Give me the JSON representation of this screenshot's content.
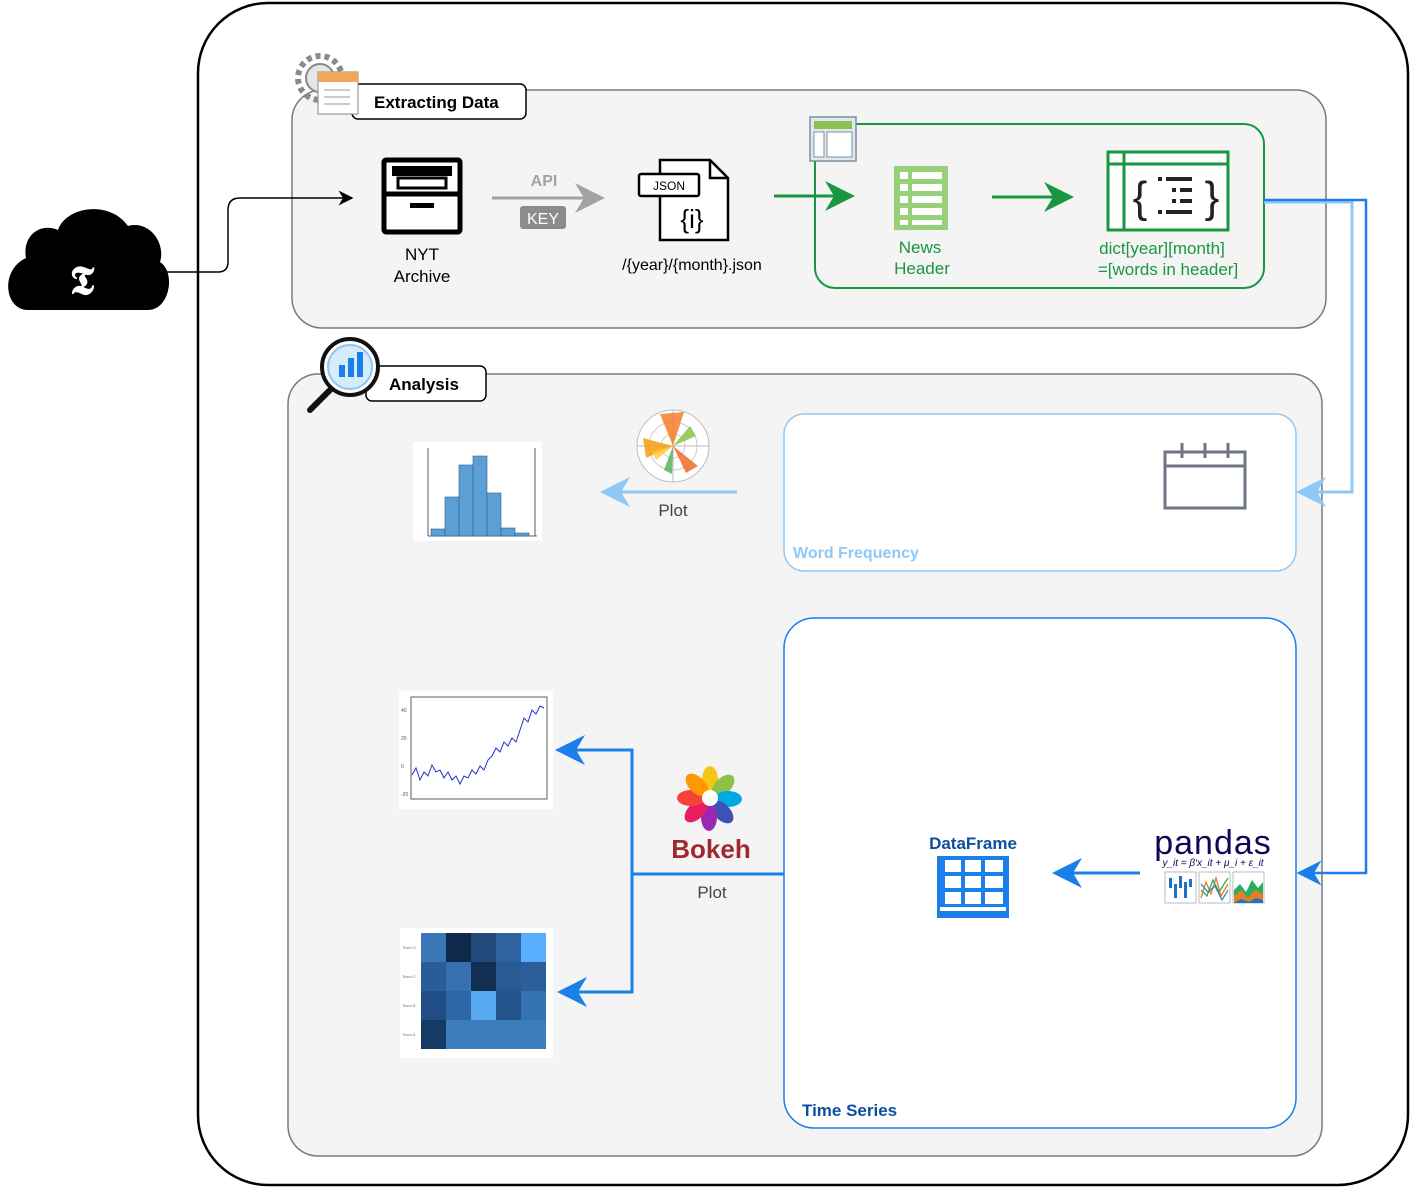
{
  "extracting": {
    "title": "Extracting Data",
    "archive_label_line1": "NYT",
    "archive_label_line2": "Archive",
    "api_label": "API",
    "key_label": "KEY",
    "json_tag": "JSON",
    "json_path": "/{year}/{month}.json",
    "news_header_line1": "News",
    "news_header_line2": "Header",
    "dict_line1": "dict[year][month]",
    "dict_line2": "=[words in header]"
  },
  "analysis": {
    "title": "Analysis",
    "plot_label_top": "Plot",
    "word_frequency_label": "Word Frequency",
    "bokeh_label": "Bokeh",
    "plot_label_bottom": "Plot",
    "dataframe_label": "DataFrame",
    "pandas_label": "pandas",
    "pandas_formula": "y_it = β′x_it + μ_i + ε_it",
    "time_series_label": "Time Series"
  },
  "colors": {
    "green": "#1a9641",
    "light_blue": "#90c8f5",
    "blue": "#1a7fe8",
    "dark_blue": "#0c4f9e",
    "gray_arrow": "#a3a3a3",
    "panel_fill": "#f4f4f4",
    "bokeh_red": "#9e2a2f"
  },
  "icons": {
    "cloud": "nyt-cloud-icon",
    "archive": "archive-box-icon",
    "json_file": "json-file-icon",
    "news_header": "list-document-icon",
    "dict": "json-braces-icon",
    "calendar": "calendar-icon",
    "dataframe": "table-grid-icon",
    "settings": "gear-document-icon",
    "analysis": "magnifier-chart-icon"
  }
}
